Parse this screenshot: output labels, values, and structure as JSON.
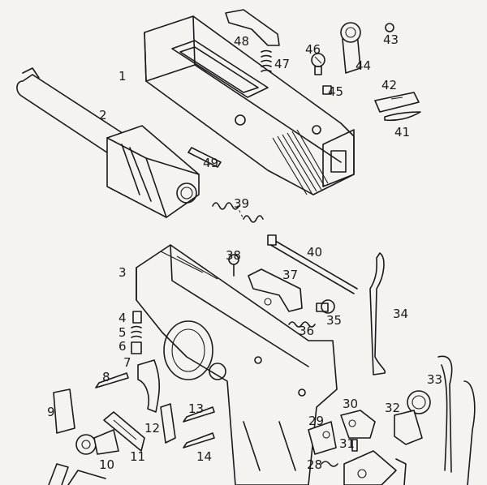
{
  "labels": {
    "p1": "1",
    "p2": "2",
    "p3": "3",
    "p4": "4",
    "p5": "5",
    "p6": "6",
    "p7": "7",
    "p8": "8",
    "p9": "9",
    "p10": "10",
    "p11": "11",
    "p12": "12",
    "p13": "13",
    "p14": "14",
    "p28": "28",
    "p29": "29",
    "p30": "30",
    "p31": "31",
    "p32": "32",
    "p33": "33",
    "p34": "34",
    "p35": "35",
    "p36": "36",
    "p37": "37",
    "p38": "38",
    "p39": "39",
    "p40": "40",
    "p41": "41",
    "p42": "42",
    "p43": "43",
    "p44": "44",
    "p45": "45",
    "p46": "46",
    "p47": "47",
    "p48": "48",
    "p49": "49"
  }
}
